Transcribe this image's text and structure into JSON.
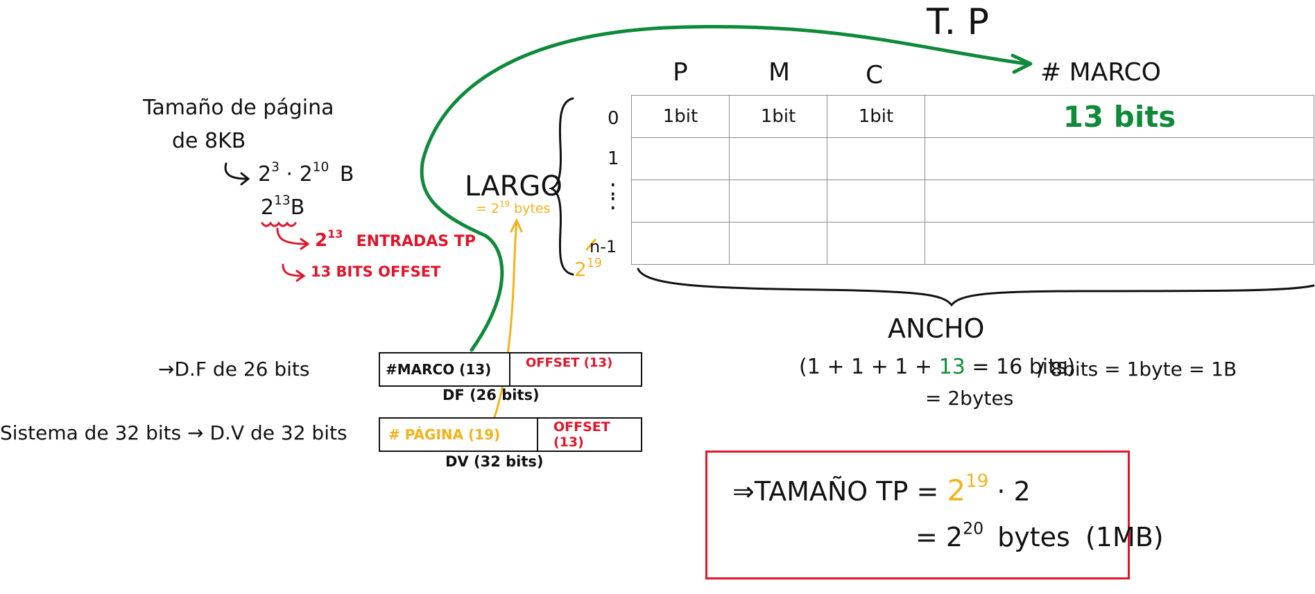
{
  "title": "T. P",
  "columns": {
    "p": "P",
    "m": "M",
    "c": "C",
    "marco": "# MARCO"
  },
  "rows": {
    "r0": "0",
    "r1": "1",
    "dots": ":",
    "last": "n-1",
    "last_exp_base": "2",
    "last_exp": "19"
  },
  "cells": {
    "p0": "1bit",
    "m0": "1bit",
    "c0": "1bit",
    "marco0": "13 bits"
  },
  "largo": {
    "label": "LARGO",
    "eq": "= 2",
    "exp": "19",
    "unit": "bytes"
  },
  "page_size": {
    "line1": "Tamaño de página",
    "line2": "de 8KB",
    "calc_base1": "2",
    "calc_exp1": "3",
    "calc_dot": "·",
    "calc_base2": "2",
    "calc_exp2": "10",
    "calc_unit": "B",
    "res_base": "2",
    "res_exp": "13",
    "res_unit": "B",
    "entries_base": "2",
    "entries_exp": "13",
    "entries_text": "ENTRADAS TP",
    "offset_text": "13 BITS OFFSET"
  },
  "df": {
    "side": "→D.F de 26 bits",
    "marco": "#MARCO (13)",
    "offset": "OFFSET (13)",
    "caption": "DF (26 bits)"
  },
  "dv": {
    "side": "Sistema de 32 bits → D.V de 32 bits",
    "pagina": "# PÁGINA (19)",
    "offset": "OFFSET (13)",
    "caption": "DV (32 bits)"
  },
  "ancho": {
    "label": "ANCHO",
    "expr_a": "(1 + 1 + 1 +",
    "expr_green": "13",
    "expr_b": "= 16 bits)",
    "div": "/ 8bits = 1byte = 1B",
    "bytes": "= 2bytes"
  },
  "result": {
    "l1_a": "⇒TAMAÑO TP =",
    "l1_base": "2",
    "l1_exp": "19",
    "l1_b": "· 2",
    "l2_a": "= 2",
    "l2_exp": "20",
    "l2_b": "bytes",
    "l2_c": "(1MB)"
  },
  "colors": {
    "red": "#e0142a",
    "yellow": "#f2b21b",
    "green": "#0f8a3a",
    "grid": "#8a8a8a",
    "ink": "#111111"
  }
}
